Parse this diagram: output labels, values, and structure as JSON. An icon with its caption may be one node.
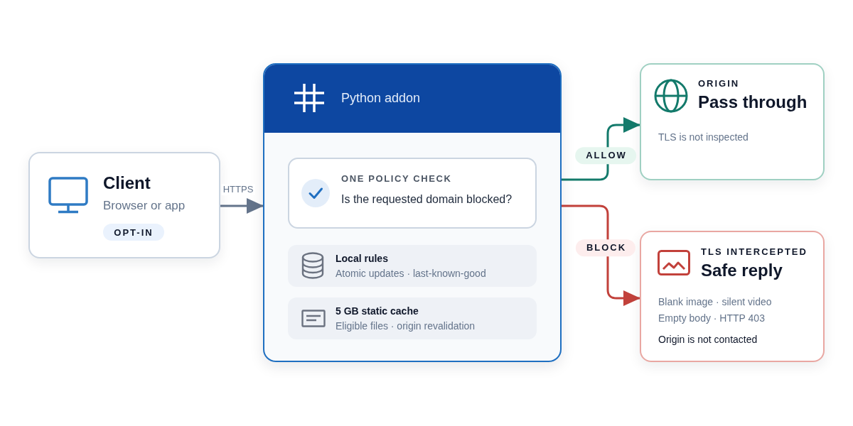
{
  "diagram": {
    "nodes": [
      {
        "text": [
          "Client",
          "Browser or app"
        ]
      },
      {
        "text": [
          "OPT-IN"
        ],
        "in": 0
      },
      {
        "text": [
          "Python addon"
        ]
      },
      {
        "text": [
          "ONE POLICY CHECK",
          "Is the requested domain blocked?"
        ],
        "in": 2
      },
      {
        "text": [
          "Local rules",
          "Atomic updates · last-known-good"
        ],
        "in": 2
      },
      {
        "text": [
          "5 GB static cache",
          "Eligible files · origin revalidation"
        ],
        "in": 2
      },
      {
        "text": [
          "ORIGIN",
          "Pass through",
          "TLS is not inspected"
        ]
      },
      {
        "text": [
          "TLS INTERCEPTED",
          "Safe reply",
          "Blank image · silent video",
          "Empty body · HTTP 403",
          "Origin is not contacted"
        ]
      }
    ],
    "edges": [
      {
        "from": 0,
        "to": 2,
        "arrow": "to",
        "label": "HTTPS",
        "color": "#64748b"
      },
      {
        "from": 2,
        "to": 6,
        "arrow": "to",
        "label": "ALLOW",
        "color": "#137a6b"
      },
      {
        "from": 2,
        "to": 7,
        "arrow": "to",
        "label": "BLOCK",
        "color": "#c2413b"
      }
    ]
  }
}
